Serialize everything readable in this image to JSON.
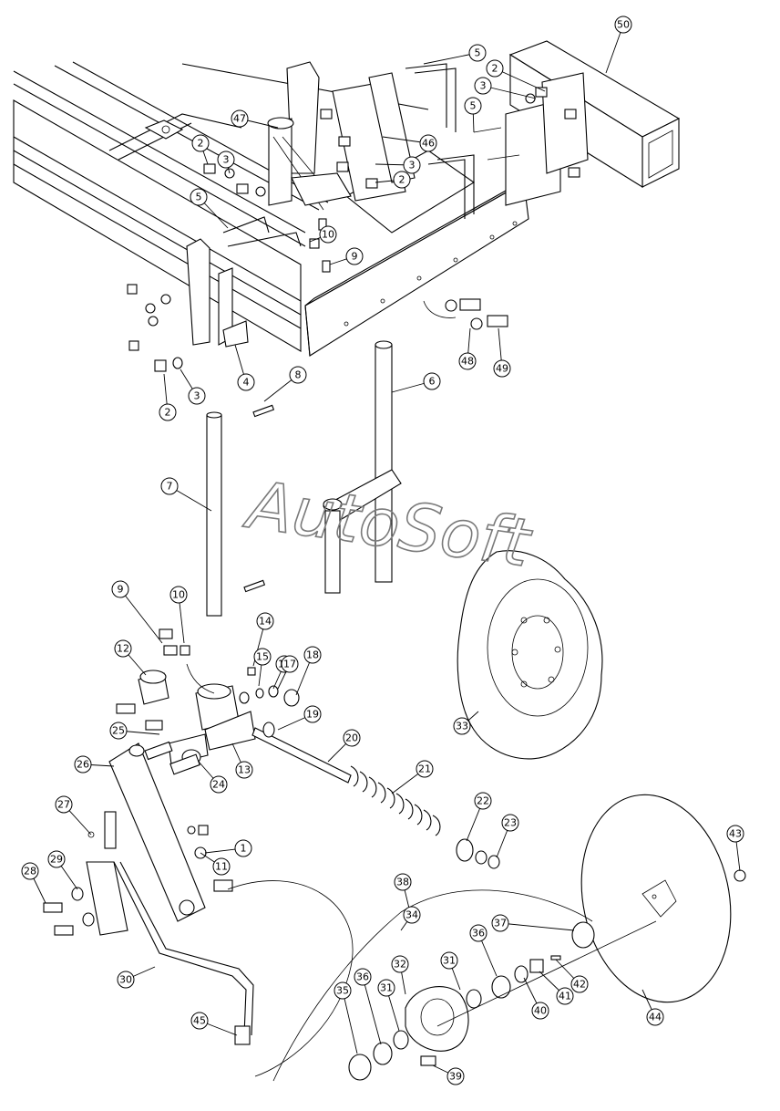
{
  "watermark": "AutoSoft",
  "callouts": [
    "50",
    "5",
    "2",
    "3",
    "47",
    "46",
    "5",
    "2",
    "3",
    "3",
    "2",
    "5",
    "10",
    "9",
    "2",
    "3",
    "4",
    "8",
    "6",
    "48",
    "49",
    "7",
    "9",
    "10",
    "14",
    "12",
    "15",
    "16",
    "17",
    "18",
    "19",
    "25",
    "13",
    "24",
    "20",
    "26",
    "21",
    "22",
    "23",
    "27",
    "1",
    "11",
    "43",
    "28",
    "29",
    "38",
    "37",
    "34",
    "36",
    "32",
    "31",
    "30",
    "35",
    "36",
    "31",
    "40",
    "41",
    "42",
    "44",
    "45",
    "39",
    "33"
  ]
}
